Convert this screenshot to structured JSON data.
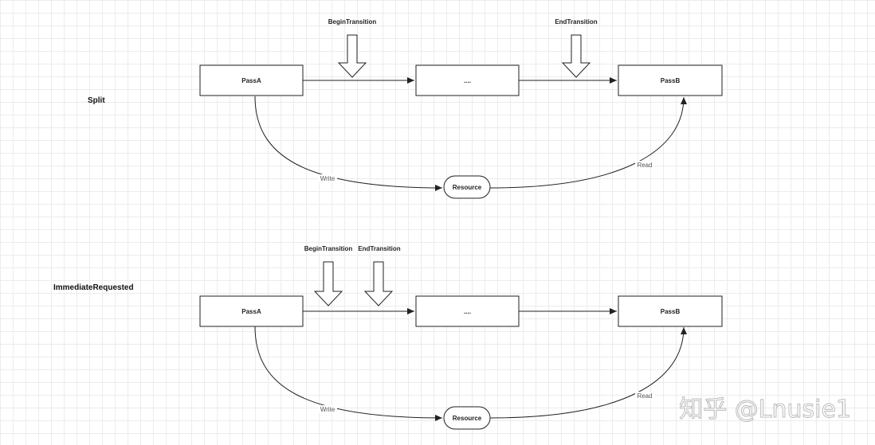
{
  "sections": [
    {
      "label": "Split",
      "nodes": {
        "pass_a": "PassA",
        "middle": "....",
        "pass_b": "PassB",
        "resource": "Resource"
      },
      "transitions": {
        "begin": "BeginTransition",
        "end": "EndTransition"
      },
      "edges": {
        "write": "Write",
        "read": "Read"
      }
    },
    {
      "label": "ImmediateRequested",
      "nodes": {
        "pass_a": "PassA",
        "middle": "....",
        "pass_b": "PassB",
        "resource": "Resource"
      },
      "transitions": {
        "begin": "BeginTransition",
        "end": "EndTransition"
      },
      "edges": {
        "write": "Write",
        "read": "Read"
      }
    }
  ],
  "watermark": "知乎 @Lnusie1"
}
